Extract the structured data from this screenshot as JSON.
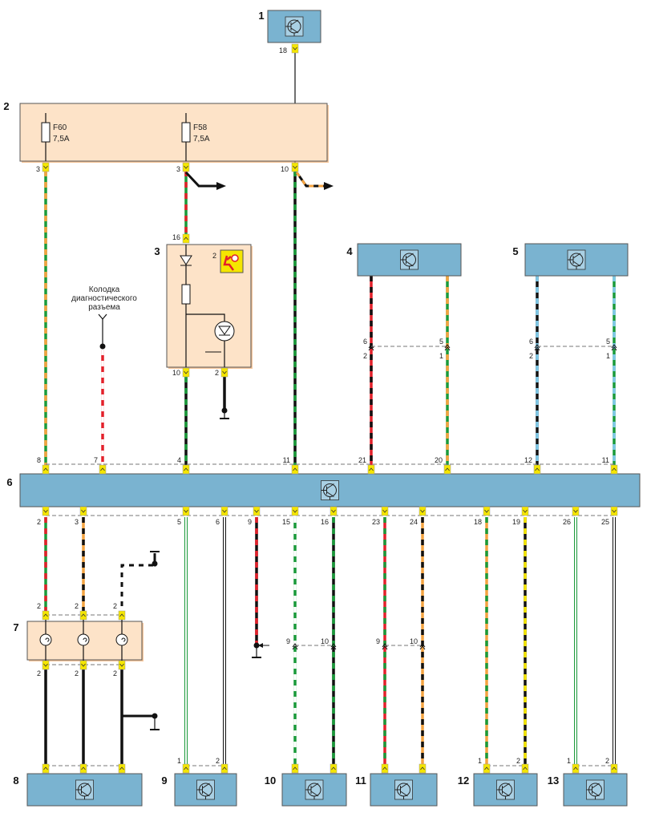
{
  "colors": {
    "green": "#1a9a3a",
    "orange": "#f4a340",
    "red": "#e3202a",
    "black": "#111111",
    "blue": "#7ec8e8",
    "yellow": "#f5e600",
    "white": "#ffffff",
    "block": "#7ab3d0",
    "relay_box": "#fde3c8",
    "connector": "#f5e600"
  },
  "blocks": {
    "b1": "1",
    "b2": "2",
    "b3": "3",
    "b4": "4",
    "b5": "5",
    "b6": "6",
    "b7": "7",
    "b8": "8",
    "b9": "9",
    "b10": "10",
    "b11": "11",
    "b12": "12",
    "b13": "13"
  },
  "fuses": [
    {
      "name": "F60",
      "rating": "7,5A"
    },
    {
      "name": "F58",
      "rating": "7,5A"
    }
  ],
  "diag_connector": [
    "Колодка",
    "диагностического",
    "разъема"
  ],
  "pins": {
    "b1": "18",
    "b2": [
      "3",
      "3",
      "10"
    ],
    "b3_in": "16",
    "b3_icon": "2",
    "b3_out": [
      "10",
      "2"
    ],
    "b4_inline_top": [
      "6",
      "5"
    ],
    "b4_inline_bottom": [
      "2",
      "1"
    ],
    "b5_inline_top": [
      "6",
      "5"
    ],
    "b5_inline_bottom": [
      "2",
      "1"
    ],
    "b6_top": [
      "8",
      "7",
      "4",
      "11",
      "21",
      "20",
      "12",
      "11"
    ],
    "b6_bottom": [
      "2",
      "3",
      "5",
      "6",
      "9",
      "15",
      "16",
      "23",
      "24",
      "18",
      "19",
      "26",
      "25"
    ],
    "b7_top": [
      "2",
      "2",
      "2"
    ],
    "b7_bottom": [
      "2",
      "2",
      "2"
    ],
    "b9": [
      "1",
      "2"
    ],
    "b10_inline": [
      "9",
      "10"
    ],
    "b11_inline": [
      "9",
      "10"
    ],
    "b12": [
      "1",
      "2"
    ],
    "b13": [
      "1",
      "2"
    ]
  }
}
